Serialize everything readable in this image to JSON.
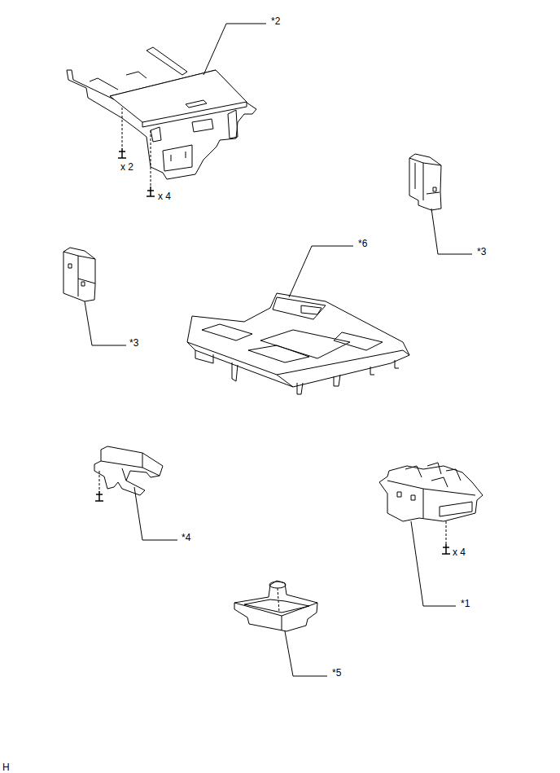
{
  "diagram": {
    "labels": [
      "*2",
      "x 2",
      "x 4",
      "*3",
      "*6",
      "*3",
      "*4",
      "x 4",
      "*1",
      "*5",
      "H"
    ]
  }
}
